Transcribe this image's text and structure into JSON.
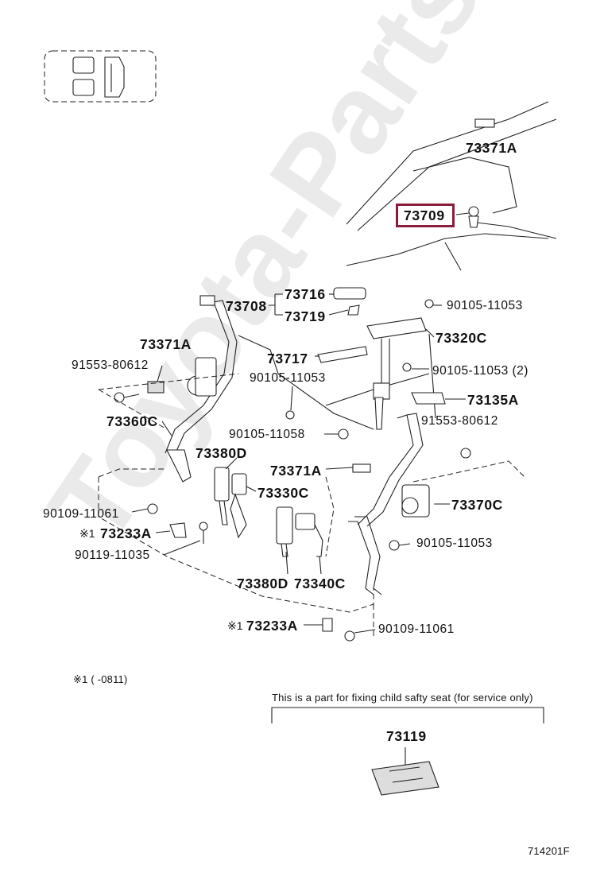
{
  "watermark": "Toyota-Parts.ru",
  "diagram_code": "714201F",
  "footnote": "※1 (    -0811)",
  "child_seat_note": "This is a part for fixing child safty seat (for service only)",
  "highlighted_part": "73709",
  "labels": {
    "p73371A_top": "73371A",
    "p73709": "73709",
    "p73716": "73716",
    "p73708": "73708",
    "p73719": "73719",
    "p90105_11053_a": "90105-11053",
    "p73371A_left": "73371A",
    "p73717": "73717",
    "p73320C": "73320C",
    "p91553_80612_left": "91553-80612",
    "p90105_11053_b": "90105-11053",
    "p90105_11053_2": "90105-11053 (2)",
    "p73135A": "73135A",
    "p73360C": "73360C",
    "p91553_80612_right": "91553-80612",
    "p90105_11058": "90105-11058",
    "p73380D_top": "73380D",
    "p73371A_mid": "73371A",
    "p73330C": "73330C",
    "p73370C": "73370C",
    "p90109_11061_a": "90109-11061",
    "p73233A_a": "73233A",
    "p90105_11053_c": "90105-11053",
    "p90119_11035": "90119-11035",
    "p73380D_bot": "73380D",
    "p73340C": "73340C",
    "p73233A_b": "73233A",
    "p90109_11061_b": "90109-11061",
    "p73119": "73119"
  },
  "marks": {
    "note_mark_a": "※1",
    "note_mark_b": "※1"
  }
}
